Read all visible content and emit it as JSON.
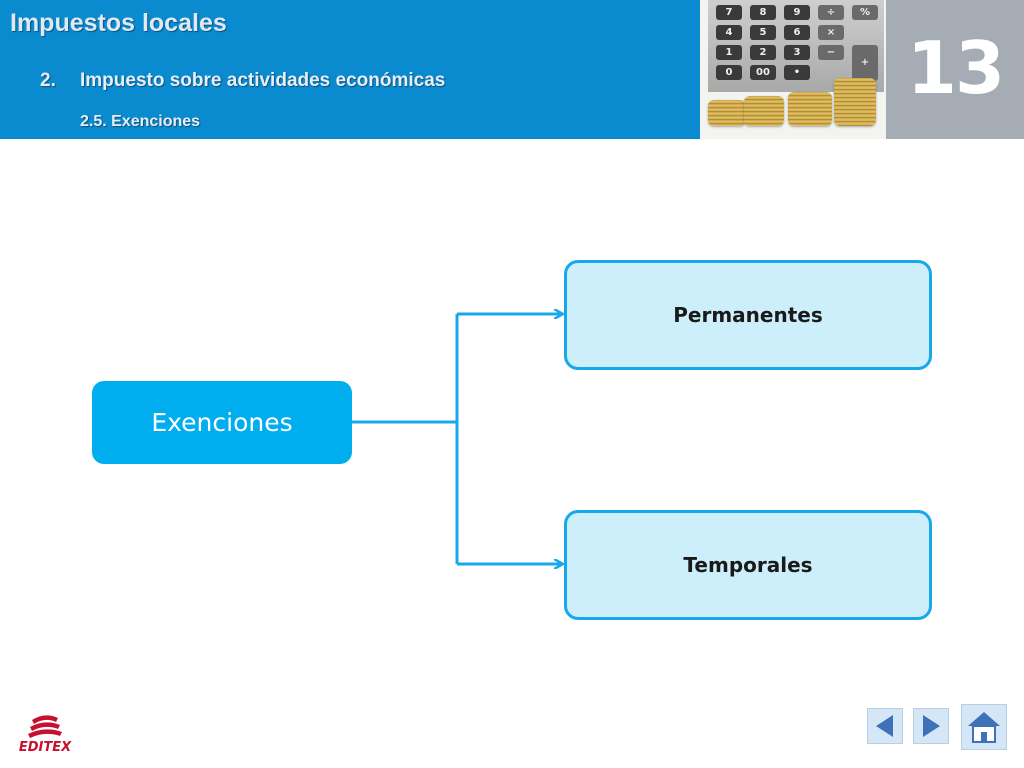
{
  "header": {
    "title": "Impuestos locales",
    "section_number": "2.",
    "section_title": "Impuesto sobre actividades económicas",
    "subsection": "2.5. Exenciones",
    "unit_number": "13"
  },
  "calculator_keys": [
    "7",
    "8",
    "9",
    "÷",
    "%",
    "4",
    "5",
    "6",
    "×",
    "1",
    "2",
    "3",
    "−",
    "+",
    "0",
    "00",
    "•"
  ],
  "diagram": {
    "root": "Exenciones",
    "children": [
      "Permanentes",
      "Temporales"
    ]
  },
  "footer": {
    "logo_text": "EDITEX",
    "icons": [
      "back-arrow-icon",
      "forward-arrow-icon",
      "home-icon"
    ]
  },
  "colors": {
    "header_blue": "#0a8bd0",
    "node_main": "#00adef",
    "node_light": "#cdeefb",
    "connector": "#17a8ea",
    "brand_red": "#c8102e"
  }
}
